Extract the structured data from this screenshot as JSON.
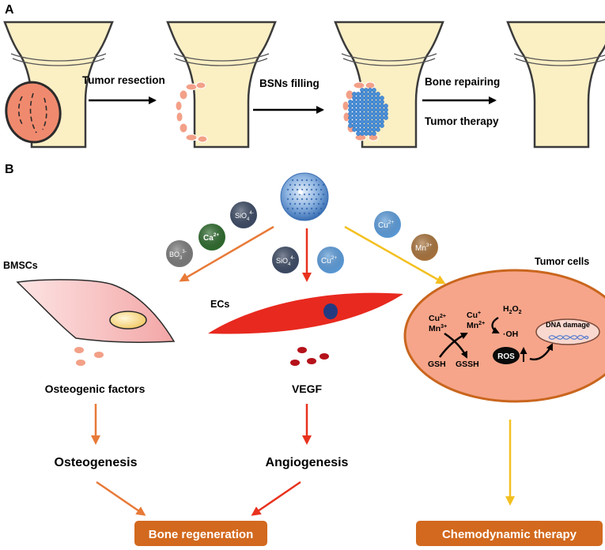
{
  "panel_a": {
    "label": "A",
    "steps": [
      "Tumor resection",
      "BSNs filling",
      "Bone repairing",
      "Tumor therapy"
    ]
  },
  "panel_b": {
    "label": "B",
    "bmscs": "BMSCs",
    "ecs": "ECs",
    "tumor_cells": "Tumor cells",
    "ions_left": {
      "sio4": {
        "base": "SiO",
        "sub": "4",
        "sup": "4-"
      },
      "ca": {
        "base": "Ca",
        "sup": "2+"
      },
      "bo3": {
        "base": "BO",
        "sub": "3",
        "sup": "3-"
      }
    },
    "ions_mid": {
      "sio4": {
        "base": "SiO",
        "sub": "4",
        "sup": "4-"
      },
      "cu": {
        "base": "Cu",
        "sup": "2+"
      }
    },
    "ions_right": {
      "cu": {
        "base": "Cu",
        "sup": "2+"
      },
      "mn": {
        "base": "Mn",
        "sup": "3+"
      }
    },
    "reaction": {
      "cu2": {
        "base": "Cu",
        "sup": "2+"
      },
      "mn3": {
        "base": "Mn",
        "sup": "3+"
      },
      "cu1": {
        "base": "Cu",
        "sup": "+"
      },
      "mn2": {
        "base": "Mn",
        "sup": "2+"
      },
      "h2o2": {
        "a": "H",
        "b": "2",
        "c": "O",
        "d": "2"
      },
      "oh": "·OH",
      "gsh": "GSH",
      "gssh": "GSSH",
      "ros": "ROS",
      "dna": "DNA damage"
    },
    "osteogenic_factors": "Osteogenic factors",
    "vegf": "VEGF",
    "osteogenesis": "Osteogenesis",
    "angiogenesis": "Angiogenesis",
    "bone_regeneration": "Bone regeneration",
    "chemodynamic_therapy": "Chemodynamic therapy"
  },
  "colors": {
    "bone_fill": "#fbefc4",
    "tumor": "#f08a6e",
    "bsn_blue": "#4a90d9",
    "orange_arrow": "#e87a38",
    "red_arrow": "#e8321e",
    "yellow_arrow": "#f4c020",
    "result_box": "#d2691e",
    "tumor_cell": "#f6a58a",
    "ec_red": "#e8291f"
  }
}
